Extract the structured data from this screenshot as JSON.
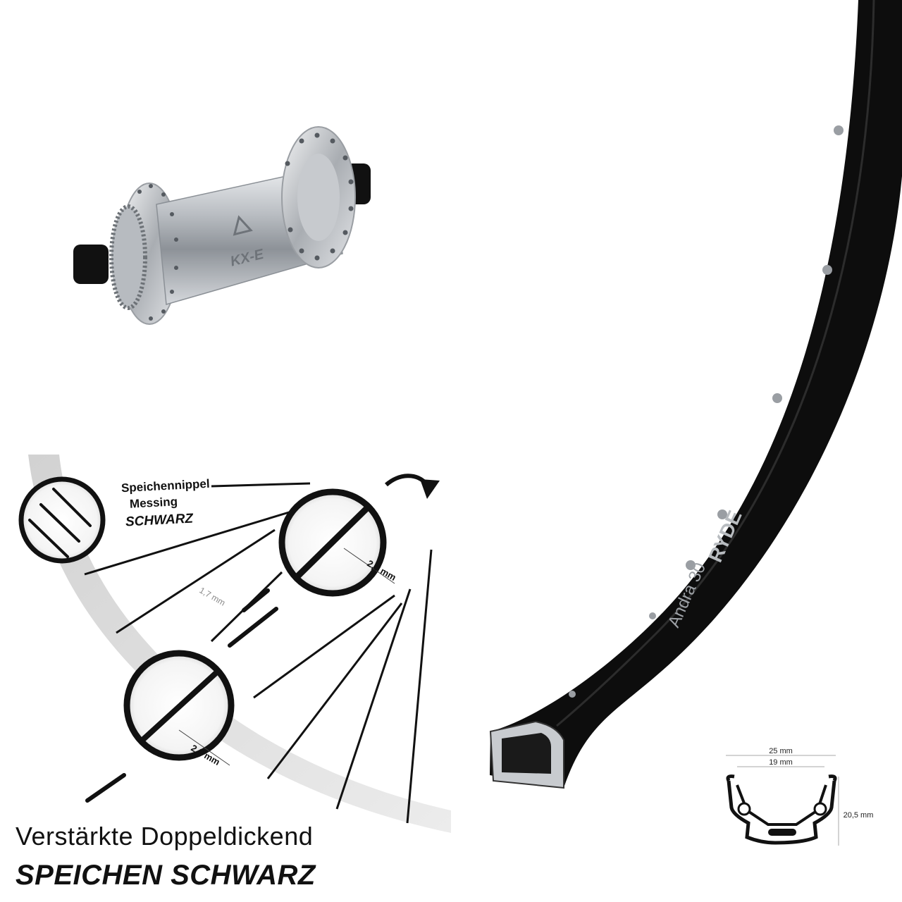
{
  "hub": {
    "brand_mark": "KX-E"
  },
  "rim": {
    "brand": "RYDE",
    "model": "Andra 30"
  },
  "nipple_callout": {
    "line1": "Speichennippel",
    "line2": "Messing",
    "line3": "SCHWARZ"
  },
  "spoke_dimensions": {
    "thick_end": "2,3 mm",
    "middle": "1,7 mm",
    "head_end": "2,0 mm"
  },
  "rim_profile": {
    "outer_width": "25 mm",
    "inner_width": "19 mm",
    "height": "20,5 mm"
  },
  "headline": {
    "line1": "Verstärkte Doppeldickend",
    "line2": "SPEICHEN SCHWARZ"
  },
  "colors": {
    "rim": "#0d0d0d",
    "hub": "#c9ccd0",
    "spoke": "#111111",
    "background": "#ffffff"
  }
}
